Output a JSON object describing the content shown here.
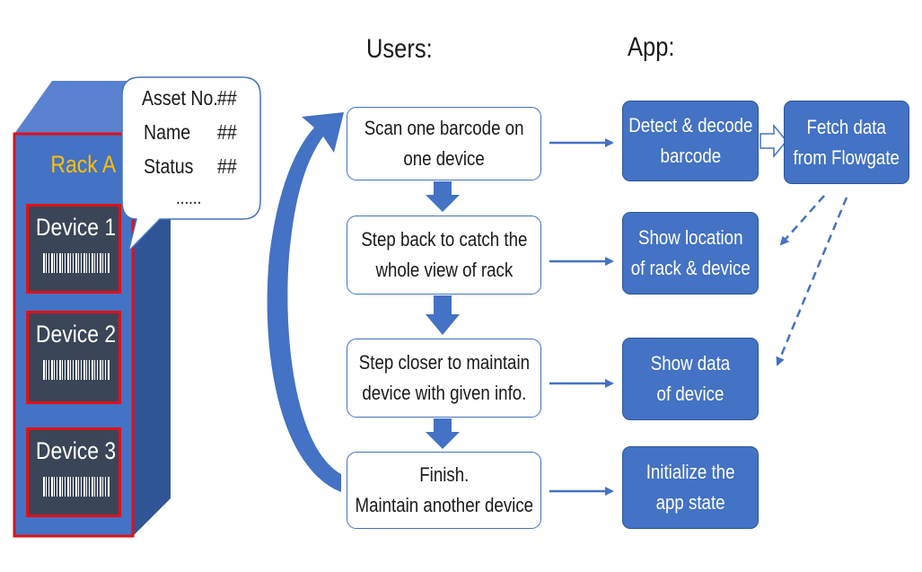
{
  "headings": {
    "users": "Users:",
    "app": "App:"
  },
  "rack": {
    "label": "Rack A",
    "devices": [
      "Device 1",
      "Device 2",
      "Device 3"
    ],
    "bubble": {
      "rows": [
        {
          "key": "Asset No.",
          "value": "##"
        },
        {
          "key": "Name",
          "value": "##"
        },
        {
          "key": "Status",
          "value": "##"
        }
      ],
      "ellipsis": "......"
    }
  },
  "user_steps": [
    [
      "Scan one barcode on",
      "one device"
    ],
    [
      "Step back to catch the",
      "whole view of rack"
    ],
    [
      "Step closer to maintain",
      "device with given info."
    ],
    [
      "Finish.",
      "Maintain another device"
    ]
  ],
  "app_steps": {
    "detect": [
      "Detect & decode",
      "barcode"
    ],
    "fetch": [
      "Fetch data",
      "from Flowgate"
    ],
    "location": [
      "Show location",
      "of rack & device"
    ],
    "data": [
      "Show data",
      "of device"
    ],
    "init": [
      "Initialize the",
      "app state"
    ]
  },
  "colors": {
    "primary": "#4472C4",
    "rack_front": "#4472C4",
    "rack_side": "#2F5597",
    "rack_top": "#5B82D0",
    "device_fill": "#3A4657",
    "highlight_red": "#E0101A",
    "rack_label": "#FFC000"
  }
}
